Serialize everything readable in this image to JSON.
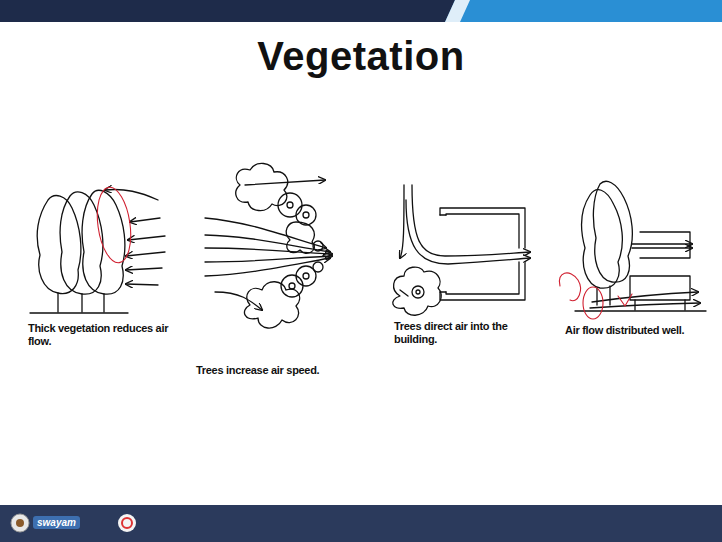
{
  "diagram": {
    "title": "Vegetation",
    "labels": [
      "Thick vegetation reduces air flow.",
      "Trees increase air speed.",
      "Trees direct air into the building.",
      "Air flow distributed well.",
      "swayam"
    ]
  }
}
